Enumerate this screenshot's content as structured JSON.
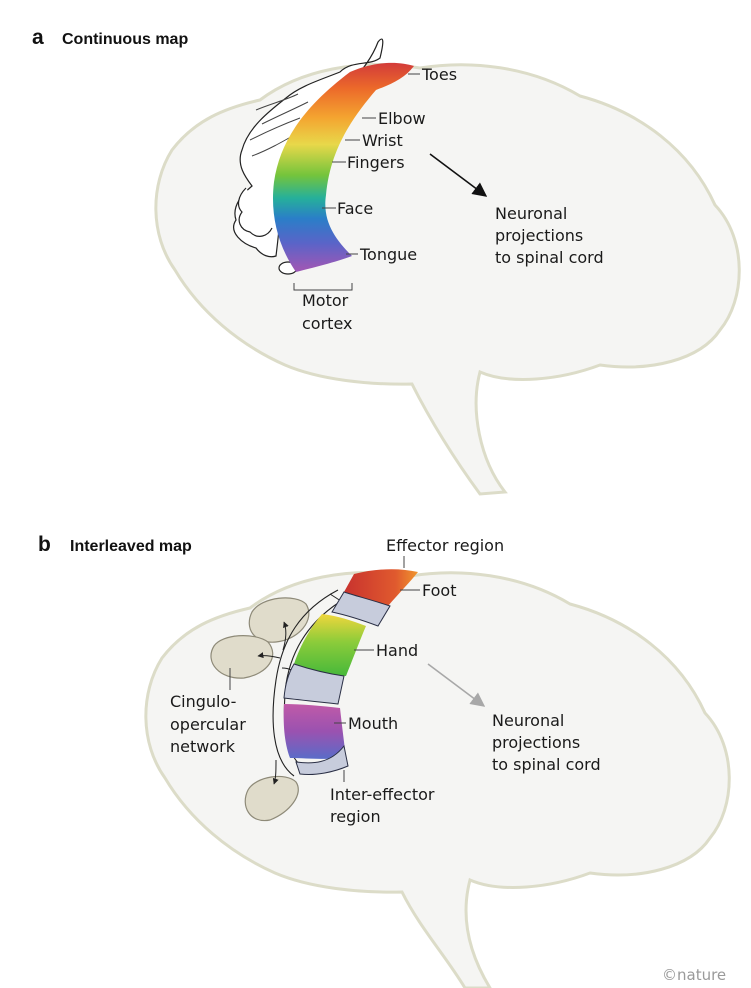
{
  "panel_a": {
    "letter": "a",
    "title": "Continuous map",
    "labels": {
      "toes": "Toes",
      "elbow": "Elbow",
      "wrist": "Wrist",
      "fingers": "Fingers",
      "face": "Face",
      "tongue": "Tongue",
      "motor_1": "Motor",
      "motor_2": "cortex",
      "proj_1": "Neuronal",
      "proj_2": "projections",
      "proj_3": "to spinal cord"
    }
  },
  "panel_b": {
    "letter": "b",
    "title": "Interleaved map",
    "labels": {
      "effector": "Effector region",
      "foot": "Foot",
      "hand": "Hand",
      "mouth": "Mouth",
      "cing_1": "Cingulo-",
      "cing_2": "opercular",
      "cing_3": "network",
      "inter_1": "Inter-effector",
      "inter_2": "region",
      "proj_1": "Neuronal",
      "proj_2": "projections",
      "proj_3": "to spinal cord"
    }
  },
  "credit": "©nature",
  "colors": {
    "brain_fill": "#f5f5f3",
    "brain_outline": "#dcdcc8",
    "inter_effector_fill": "#c7ccdc",
    "network_fill": "#e0dccb",
    "arrow_b": "#a8a8a8"
  }
}
